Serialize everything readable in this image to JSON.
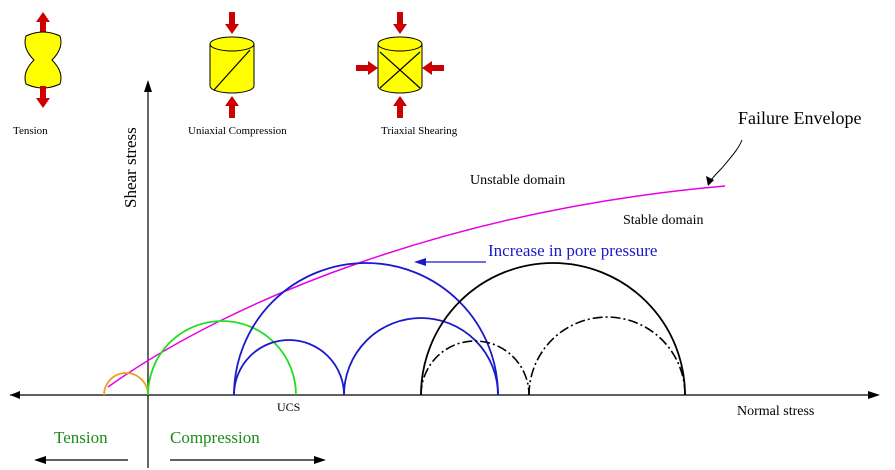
{
  "labels": {
    "tension_icon": "Tension",
    "uniaxial_icon": "Uniaxial Compression",
    "triaxial_icon": "Triaxial Shearing",
    "y_axis": "Shear stress",
    "x_axis": "Normal stress",
    "failure_envelope": "Failure Envelope",
    "unstable": "Unstable domain",
    "stable": "Stable domain",
    "pore_pressure": "Increase in pore pressure",
    "ucs": "UCS",
    "tension_region": "Tension",
    "compression_region": "Compression"
  },
  "colors": {
    "axes": "#000000",
    "envelope": "#e600e6",
    "tension_circle": "#f0a020",
    "compression_circle": "#22dd22",
    "pore_pressure": "#1a1acc",
    "stable_circles": "#000000",
    "icon_fill": "#ffff00",
    "arrow_red": "#cc0000",
    "region_green": "#1a8c1a"
  },
  "icons": [
    {
      "name": "tension",
      "shape": "dumbbell",
      "arrows": "outward-vertical"
    },
    {
      "name": "uniaxial-compression",
      "shape": "cylinder-with-fracture",
      "arrows": "inward-vertical"
    },
    {
      "name": "triaxial-shearing",
      "shape": "cylinder-with-x-fracture",
      "arrows": "inward-vertical-and-lateral"
    }
  ]
}
